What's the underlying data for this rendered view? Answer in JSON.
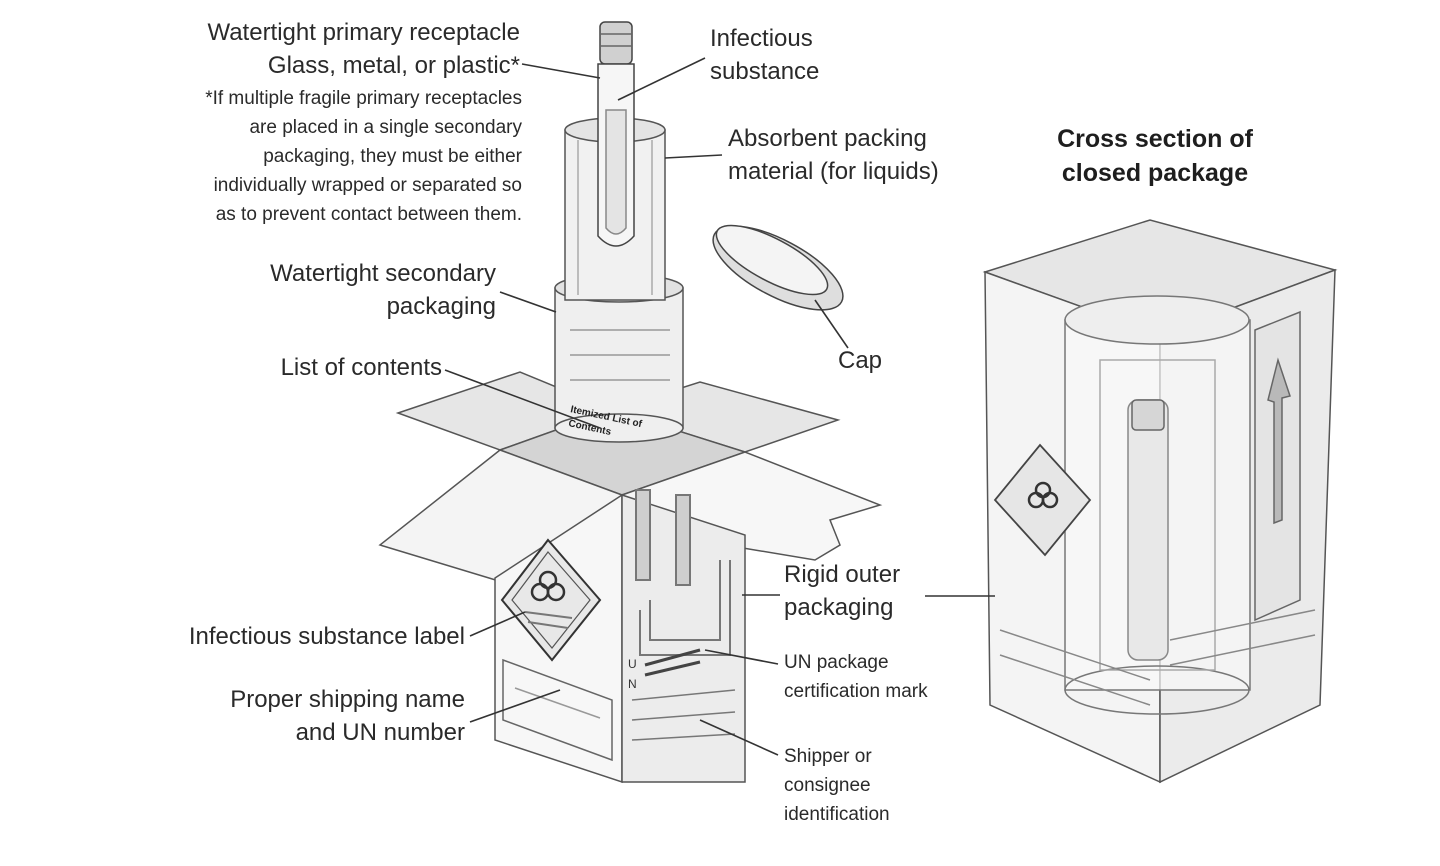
{
  "labels": {
    "primary_receptacle": "Watertight primary receptacle\nGlass, metal, or plastic*",
    "footnote": "*If multiple fragile primary receptacles\nare placed in a single secondary\npackaging, they must be either\nindividually wrapped or separated so\nas to prevent contact between them.",
    "infectious_substance": "Infectious\nsubstance",
    "absorbent": "Absorbent packing\nmaterial (for liquids)",
    "secondary": "Watertight secondary\npackaging",
    "cap": "Cap",
    "list_contents": "List of contents",
    "infectious_label": "Infectious substance label",
    "shipping_name": "Proper shipping name\nand UN number",
    "rigid_outer": "Rigid outer\npackaging",
    "un_mark": "UN package\ncertification mark",
    "shipper": "Shipper or\nconsignee\nidentification",
    "cross_section": "Cross section of\nclosed package"
  },
  "tube_label_text": [
    "Itemized List of",
    "Contents"
  ],
  "colors": {
    "ink": "#2a2a2a",
    "line": "#444444",
    "fill_light": "#f1f1f1",
    "fill_mid": "#dedede",
    "fill_dark": "#c6c6c6"
  }
}
